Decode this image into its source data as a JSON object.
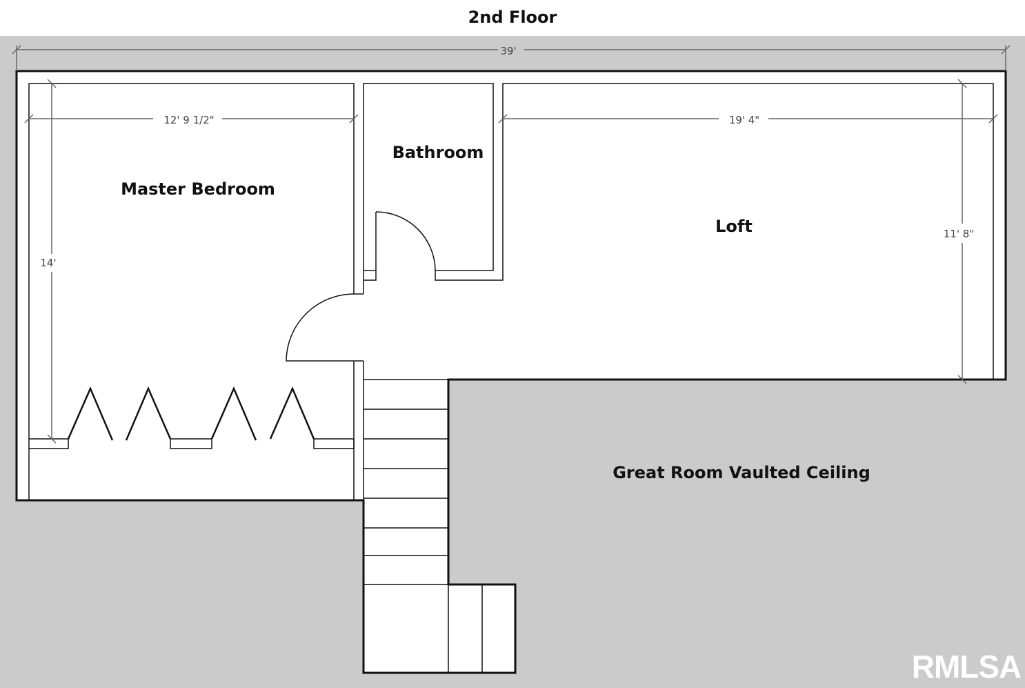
{
  "floor_title": "2nd Floor",
  "rooms": {
    "master_bedroom": "Master Bedroom",
    "bathroom": "Bathroom",
    "loft": "Loft",
    "great_room": "Great Room Vaulted Ceiling"
  },
  "dimensions": {
    "overall_width": "39'",
    "master_width": "12' 9 1/2\"",
    "master_depth": "14'",
    "loft_width": "19' 4\"",
    "loft_depth": "11' 8\""
  },
  "watermark": "RMLSA",
  "colors": {
    "background": "#cbcbcb",
    "floor": "#ffffff",
    "walls": "#111111",
    "watermark": "#ffffff"
  }
}
